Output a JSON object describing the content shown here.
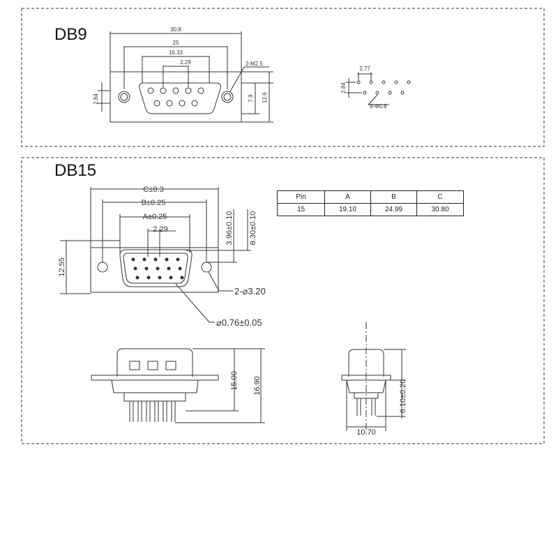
{
  "db9": {
    "title": "DB9",
    "dims": {
      "overall": "30.8",
      "outer": "25",
      "inner": "16.33",
      "pitch": "2.29",
      "mount_hole": "2-M2.5",
      "height_left": "2.84",
      "height_mid": "7.9",
      "height_right": "12.6",
      "pin_pitch": "2.77",
      "row_offset": "2.84",
      "pin_dia": "9-Φ0.8"
    }
  },
  "db15": {
    "title": "DB15",
    "dims": {
      "c": "C±0.3",
      "b": "B±0.25",
      "a": "A±0.25",
      "pitch": "2.29",
      "height": "12.55",
      "v1": "3.96±0.10",
      "v2": "8.30±0.10",
      "hole": "2-⌀3.20",
      "pin": "⌀0.76±0.05",
      "h1": "15.00",
      "h2": "16.90",
      "side_h": "6.10±0.20",
      "side_w": "10.70"
    },
    "table": {
      "headers": [
        "Pin",
        "A",
        "B",
        "C"
      ],
      "row": [
        "15",
        "19.10",
        "24.99",
        "30.80"
      ]
    }
  }
}
